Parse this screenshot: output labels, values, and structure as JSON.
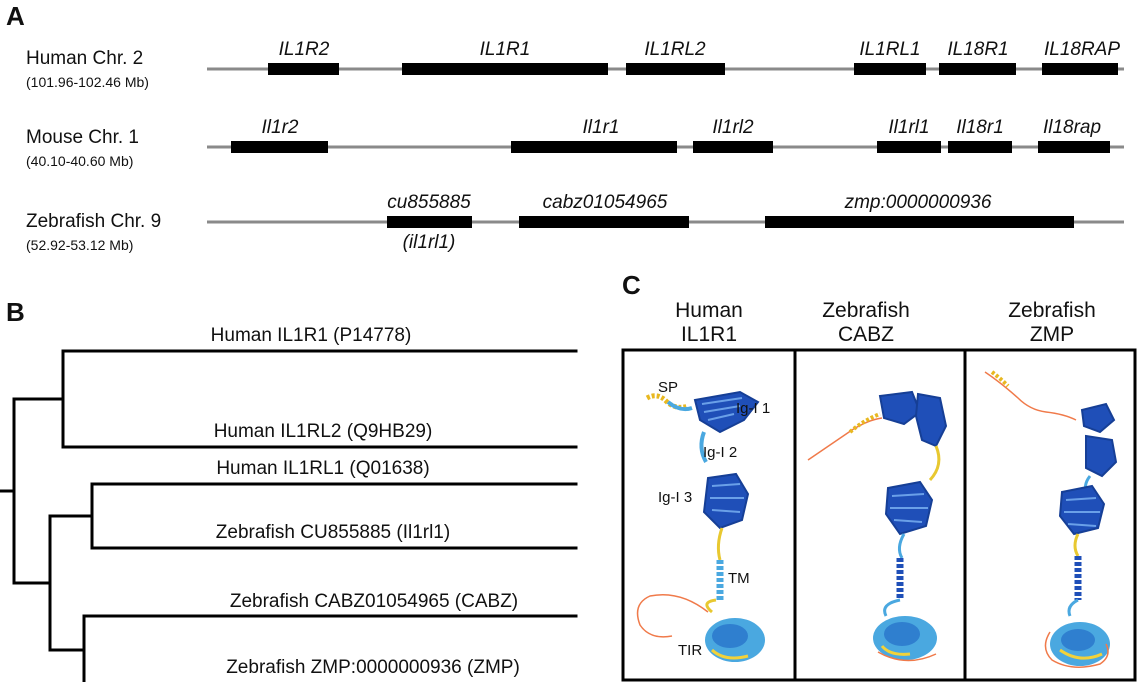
{
  "panels": {
    "a": "A",
    "b": "B",
    "c": "C"
  },
  "chromosomes": [
    {
      "title": "Human Chr. 2",
      "range": "(101.96-102.46 Mb)",
      "genes": [
        "IL1R2",
        "IL1R1",
        "IL1RL2",
        "IL1RL1",
        "IL18R1",
        "IL18RAP"
      ]
    },
    {
      "title": "Mouse Chr. 1",
      "range": "(40.10-40.60 Mb)",
      "genes": [
        "Il1r2",
        "Il1r1",
        "Il1rl2",
        "Il1rl1",
        "Il18r1",
        "Il18rap"
      ]
    },
    {
      "title": "Zebrafish Chr. 9",
      "range": "(52.92-53.12 Mb)",
      "genes": [
        "cu855885",
        "cabz01054965",
        "zmp:0000000936"
      ],
      "alias": "(il1rl1)"
    }
  ],
  "tree": {
    "leaves": [
      "Human IL1R1 (P14778)",
      "Human IL1RL2 (Q9HB29)",
      "Human IL1RL1 (Q01638)",
      "Zebrafish CU855885 (Il1rl1)",
      "Zebrafish CABZ01054965 (CABZ)",
      "Zebrafish ZMP:0000000936 (ZMP)"
    ]
  },
  "structures": {
    "columns": [
      {
        "line1": "Human",
        "line2": "IL1R1"
      },
      {
        "line1": "Zebrafish",
        "line2": "CABZ"
      },
      {
        "line1": "Zebrafish",
        "line2": "ZMP"
      }
    ],
    "labels": {
      "sp": "SP",
      "ig1": "Ig-I 1",
      "ig2": "Ig-I 2",
      "ig3": "Ig-I 3",
      "tm": "TM",
      "tir": "TIR"
    }
  },
  "colors": {
    "gene_block": "#000000",
    "chromosome_line": "#8a8a8a",
    "high_confidence": "#1f4fb8",
    "confident": "#4aa8e0",
    "low": "#f2d23a",
    "very_low": "#f07a4a"
  }
}
